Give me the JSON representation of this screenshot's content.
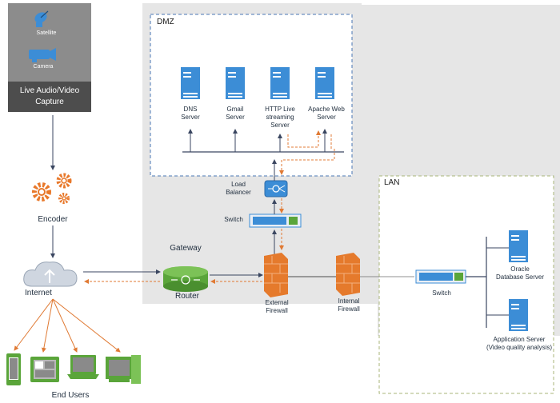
{
  "zones": {
    "dmz": "DMZ",
    "lan": "LAN"
  },
  "capture": {
    "satellite": "Satellite",
    "camera": "Camera",
    "title": "Live Audio/Video\nCapture"
  },
  "nodes": {
    "encoder": "Encoder",
    "internet": "Internet",
    "gateway": "Gateway",
    "router": "Router",
    "external_firewall": "External\nFirewall",
    "internal_firewall": "Internal\nFirewall",
    "switch_dmz": "Switch",
    "switch_lan": "Switch",
    "load_balancer": "Load\nBalancer",
    "end_users": "End Users"
  },
  "servers": {
    "dns": "DNS\nServer",
    "gmail": "Gmail\nServer",
    "hls": "HTTP Live\nstreaming\nServer",
    "apache": "Apache Web\nServer",
    "oracle": "Oracle\nDatabase Server",
    "app": "Application Server\n(Video quality analysis)"
  },
  "colors": {
    "server_blue": "#3c8dd6",
    "router_green": "#5aa53a",
    "firewall_orange": "#e57a2c",
    "gear_orange": "#e8782a",
    "flow_orange": "#e07a34",
    "zone_gray": "#e6e6e6"
  }
}
